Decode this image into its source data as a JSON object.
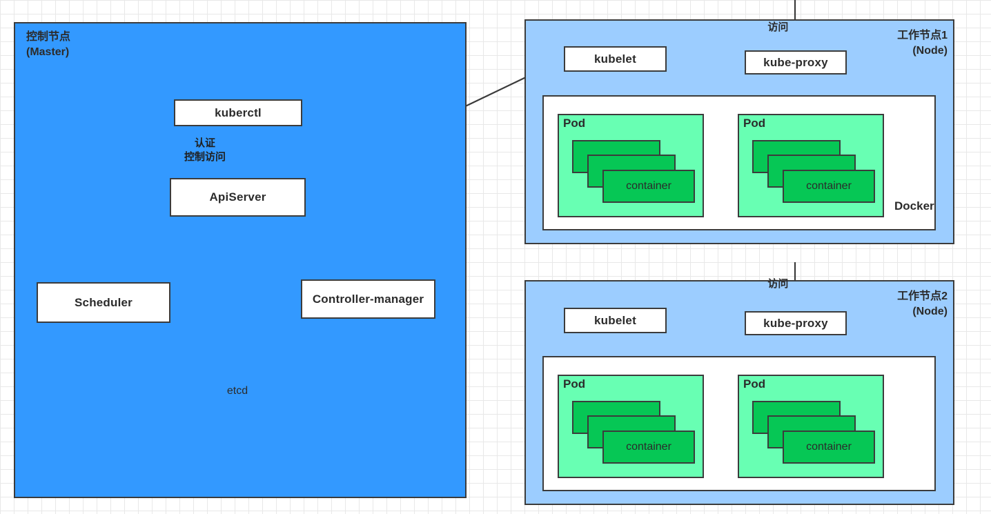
{
  "diagram": {
    "title": "Kubernetes Architecture",
    "colors": {
      "master_fill": "#3399ff",
      "node_fill": "#9ccdff",
      "pod_fill": "#68ffb3",
      "container_fill": "#06c755",
      "etcd_fill": "#faae62",
      "box_fill": "#ffffff",
      "stroke": "#3b3b3b",
      "grid_minor": "#e8e8e8",
      "grid_major": "#dcdcdc"
    }
  },
  "master": {
    "title_line1": "控制节点",
    "title_line2": "(Master)",
    "kubectl_label": "kuberctl",
    "apiserver_label": "ApiServer",
    "scheduler_label": "Scheduler",
    "controller_manager_label": "Controller-manager",
    "etcd_label": "etcd",
    "auth_edge_line1": "认证",
    "auth_edge_line2": "控制访问"
  },
  "node1": {
    "title_line1": "工作节点1",
    "title_line2": "(Node)",
    "access_label": "访问",
    "kubelet_label": "kubelet",
    "kube_proxy_label": "kube-proxy",
    "runtime_label": "Docker",
    "pods": [
      {
        "label": "Pod",
        "containers": [
          "",
          "",
          "container"
        ]
      },
      {
        "label": "Pod",
        "containers": [
          "",
          "",
          "container"
        ]
      }
    ]
  },
  "node2": {
    "title_line1": "工作节点2",
    "title_line2": "(Node)",
    "access_label": "访问",
    "kubelet_label": "kubelet",
    "kube_proxy_label": "kube-proxy",
    "runtime_label": "",
    "pods": [
      {
        "label": "Pod",
        "containers": [
          "",
          "",
          "container"
        ]
      },
      {
        "label": "Pod",
        "containers": [
          "",
          "",
          "container"
        ]
      }
    ]
  }
}
